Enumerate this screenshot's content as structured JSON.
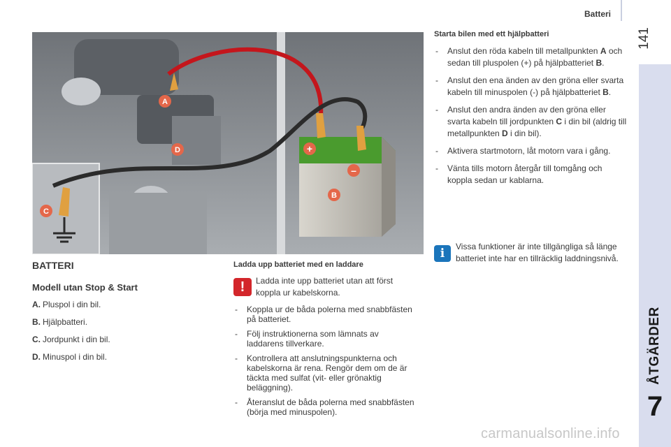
{
  "header": {
    "title": "Batteri",
    "page_number": "141"
  },
  "side_tab": {
    "label": "ÅTGÄRDER",
    "chapter": "7"
  },
  "figure": {
    "labels": {
      "a": "A",
      "b": "B",
      "c": "C",
      "d": "D",
      "plus": "+",
      "minus": "–"
    },
    "colors": {
      "red_cable": "#c4161c",
      "black_cable": "#2b2b2b",
      "battery_green": "#4a9b2e",
      "label_orange": "#e4674a"
    }
  },
  "left": {
    "title": "BATTERI",
    "subtitle": "Modell utan Stop & Start",
    "legend": [
      {
        "key": "A.",
        "text": "Pluspol i din bil."
      },
      {
        "key": "B.",
        "text": "Hjälpbatteri."
      },
      {
        "key": "C.",
        "text": "Jordpunkt i din bil."
      },
      {
        "key": "D.",
        "text": "Minuspol i din bil."
      }
    ]
  },
  "middle": {
    "heading": "Ladda upp batteriet med en laddare",
    "warning_icon": "!",
    "warning": "Ladda inte upp batteriet utan att först koppla ur kabelskorna.",
    "steps": [
      "Koppla ur de båda polerna med snabbfästen på batteriet.",
      "Följ instruktionerna som lämnats av laddarens tillverkare.",
      "Kontrollera att anslutningspunkterna och kabelskorna är rena. Rengör dem om de är täckta med sulfat (vit- eller grönaktig beläggning).",
      "Återanslut de båda polerna med snabbfästen (börja med minuspolen)."
    ]
  },
  "right": {
    "heading": "Starta bilen med ett hjälpbatteri",
    "steps": [
      {
        "pre": "Anslut den röda kabeln till metallpunkten ",
        "b1": "A",
        "mid": " och sedan till pluspolen (+) på hjälpbatteriet ",
        "b2": "B",
        "post": "."
      },
      {
        "pre": "Anslut den ena änden av den gröna eller svarta kabeln till minuspolen (-) på hjälpbatteriet ",
        "b1": "B",
        "mid": ".",
        "b2": "",
        "post": ""
      },
      {
        "pre": "Anslut den andra änden av den gröna eller svarta kabeln till jordpunkten ",
        "b1": "C",
        "mid": " i din bil (aldrig till metallpunkten ",
        "b2": "D",
        "post": " i din bil)."
      },
      {
        "pre": "Aktivera startmotorn, låt motorn vara i gång.",
        "b1": "",
        "mid": "",
        "b2": "",
        "post": ""
      },
      {
        "pre": "Vänta tills motorn återgår till tomgång och koppla sedan ur kablarna.",
        "b1": "",
        "mid": "",
        "b2": "",
        "post": ""
      }
    ],
    "info_icon": "i",
    "info": "Vissa funktioner är inte tillgängliga så länge batteriet inte har en tillräcklig laddningsnivå."
  },
  "watermark": "carmanualsonline.info"
}
